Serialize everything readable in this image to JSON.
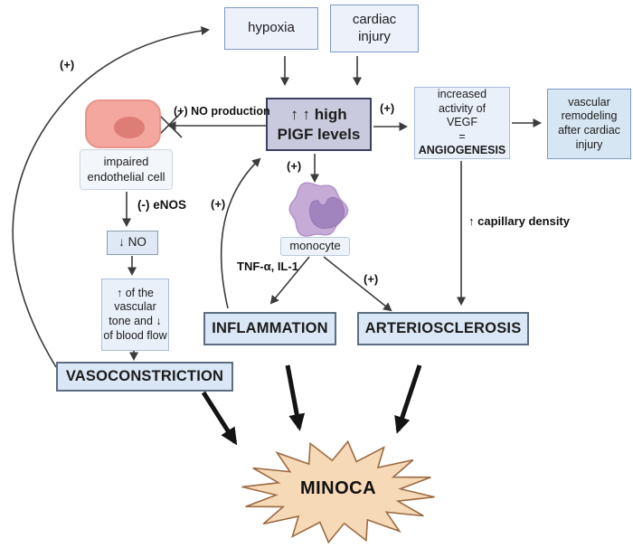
{
  "nodes": {
    "hypoxia": {
      "label": "hypoxia"
    },
    "cardiac_injury": {
      "label": "cardiac\ninjury"
    },
    "pigf": {
      "label": "↑ ↑ high\nPlGF levels"
    },
    "vegf": {
      "label": "increased\nactivity of\nVEGF\n=",
      "label_bold": "ANGIOGENESIS"
    },
    "vascular_remodeling": {
      "label": "vascular\nremodeling\nafter cardiac\ninjury"
    },
    "impaired_endothelial_cell": {
      "label": "impaired\nendothelial cell"
    },
    "no_down": {
      "label": "↓ NO"
    },
    "vascular_tone": {
      "label": "↑ of the\nvascular\ntone and ↓\nof blood flow"
    },
    "vasoconstriction": {
      "label": "VASOCONSTRICTION"
    },
    "monocyte": {
      "label": "monocyte"
    },
    "inflammation": {
      "label": "INFLAMMATION"
    },
    "arteriosclerosis": {
      "label": "ARTERIOSCLEROSIS"
    },
    "minoca": {
      "label": "MINOCA"
    }
  },
  "edge_labels": {
    "vasoconstriction_to_hypoxia": "(+)",
    "no_production": "(+) NO production",
    "enos": "(-) eNOS",
    "pigf_to_vegf": "(+)",
    "pigf_to_monocyte": "(+)",
    "inflammation_to_pigf": "(+)",
    "tnf_il1": "TNF-α, IL-1",
    "monocyte_to_arteriosclerosis": "(+)",
    "capillary_density": "↑ capillary density"
  },
  "colors": {
    "box_light_blue": "#edf1fa",
    "box_medium_blue": "#d7e6f3",
    "box_strong_blue": "#d9e7f6",
    "pigf_lavender": "#c9cade",
    "cell_pink": "#f3a79f",
    "cell_nucleus_pink": "#de7d76",
    "monocyte_purple": "#c6abd7",
    "monocyte_nucleus_purple": "#a183bd",
    "starburst_peach": "#f6d9b6",
    "starburst_border": "#9c6b43",
    "arrow_dark": "#3c3c3c"
  }
}
